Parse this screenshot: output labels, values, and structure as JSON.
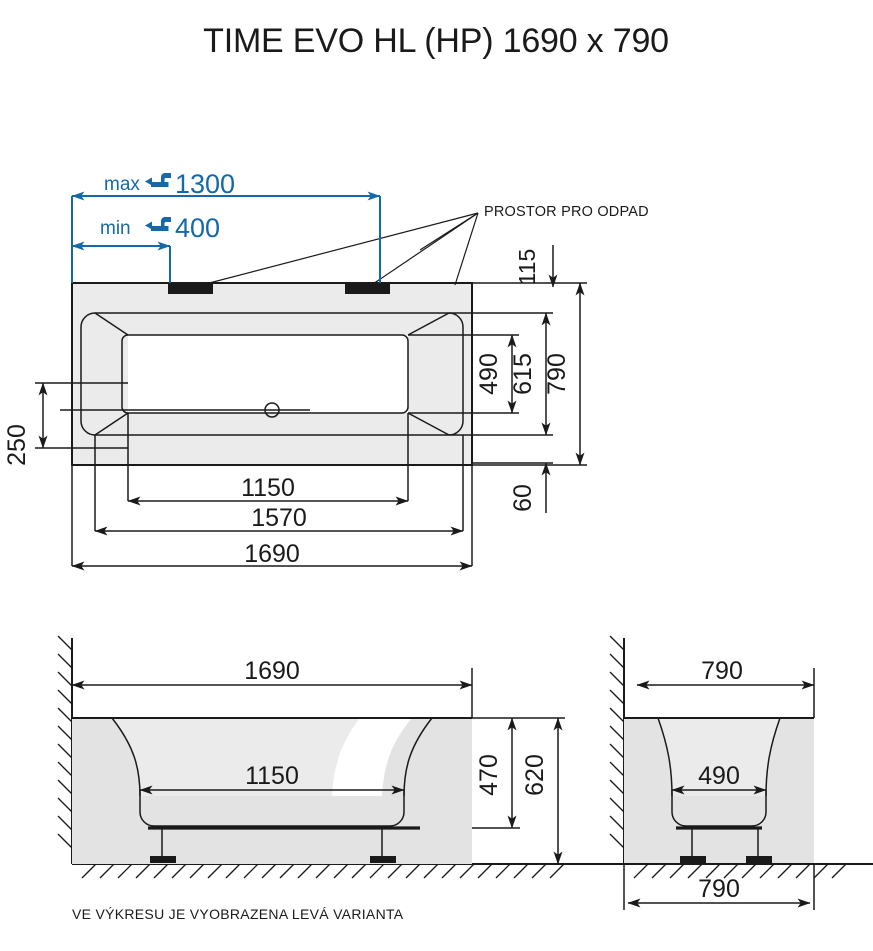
{
  "document": {
    "title": "TIME EVO HL (HP) 1690 x 790",
    "footer_note": "VE VÝKRESU JE VYOBRAZENA LEVÁ VARIANTA",
    "drain_note": "PROSTOR PRO ODPAD",
    "accent_color": "#1469a8",
    "line_color": "#1a1a1a",
    "fill_color": "#ebebeb"
  },
  "plan_view": {
    "name": "top-view",
    "faucet_max": {
      "prefix": "max",
      "icon": "faucet-icon",
      "value": "1300"
    },
    "faucet_min": {
      "prefix": "min",
      "icon": "faucet-icon",
      "value": "400"
    },
    "dimensions": {
      "overall_length": "1690",
      "outer_length": "1570",
      "inner_length": "1150",
      "overall_width": "790",
      "mid_width": "615",
      "inner_width": "490",
      "edge_offset": "60",
      "drain_offset": "115",
      "left_offset": "250"
    }
  },
  "front_view": {
    "name": "front-elevation",
    "dimensions": {
      "overall_length": "1690",
      "inner_length": "1150",
      "tub_height": "470",
      "total_height": "620"
    }
  },
  "side_view": {
    "name": "side-elevation",
    "dimensions": {
      "overall_width_top": "790",
      "inner_width": "490",
      "overall_width_bottom": "790"
    }
  }
}
